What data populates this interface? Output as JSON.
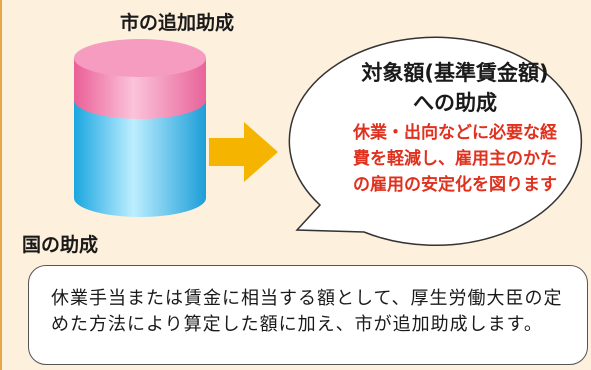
{
  "top_label": "市の追加助成",
  "bottom_label": "国の助成",
  "bubble": {
    "title_line1": "対象額(基準賃金額)",
    "title_line2": "への助成",
    "sub_line1": "休業・出向などに必要な経",
    "sub_line2": "費を軽減し、雇用主のかた",
    "sub_line3": "の雇用の安定化を図ります"
  },
  "note": "休業手当または賃金に相当する額として、厚生労働大臣の定めた方法により算定した額に加え、市が追加助成します。",
  "colors": {
    "background": "#fdf0dc",
    "cylinder_top": "#f07aa8",
    "cylinder_body": "#29b6e8",
    "arrow": "#f4b400",
    "accent_text": "#e0301e"
  }
}
